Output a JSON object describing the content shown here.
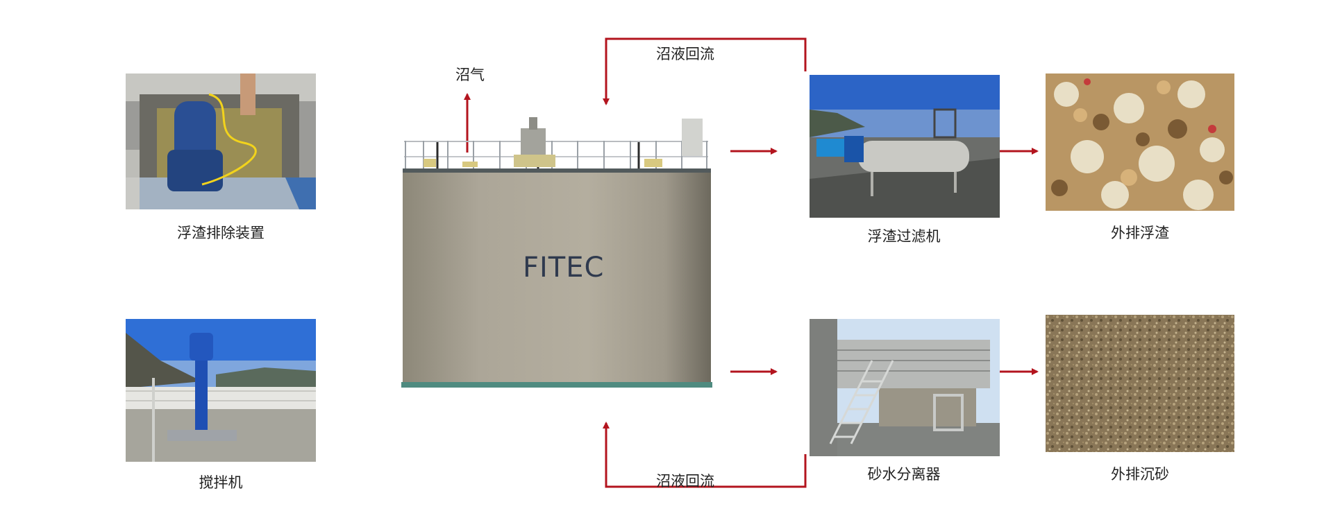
{
  "tank": {
    "label": "FITEC"
  },
  "labels": {
    "biogas": "沼气",
    "recirc_top": "沼液回流",
    "recirc_bottom": "沼液回流"
  },
  "equipment": {
    "scum_remover": "浮渣排除装置",
    "mixer": "搅拌机",
    "scum_filter": "浮渣过滤机",
    "scum_discharge": "外排浮渣",
    "grit_separator": "砂水分离器",
    "grit_discharge": "外排沉砂"
  },
  "colors": {
    "arrow": "#b3141e",
    "tank_body": "#a8a294",
    "tank_base": "#4f8b80"
  }
}
